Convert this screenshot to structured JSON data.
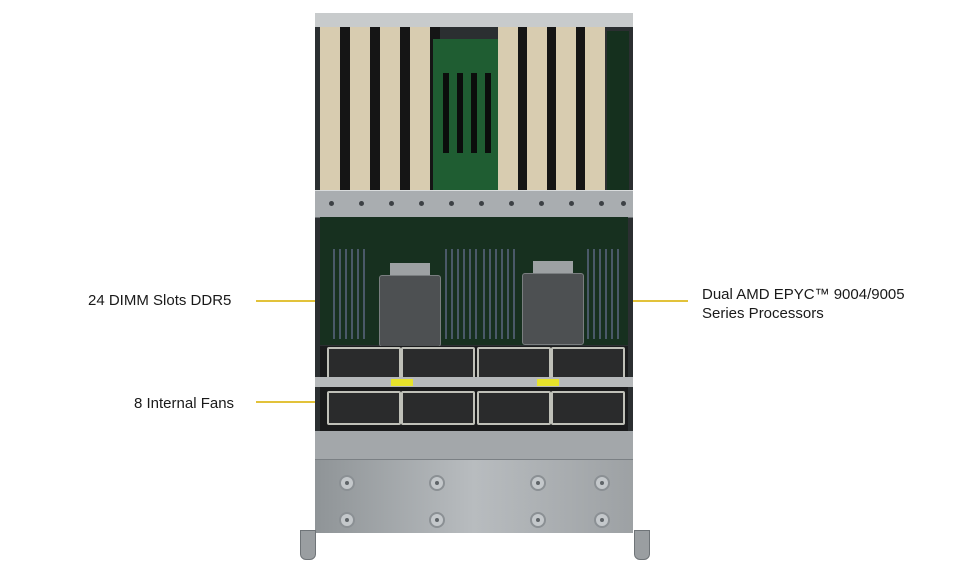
{
  "callouts": {
    "dimm": {
      "label": "24 DIMM Slots DDR5",
      "line_color": "#e2c23a"
    },
    "fans": {
      "label": "8 Internal Fans",
      "line_color": "#e2c23a"
    },
    "cpu": {
      "line1": "Dual AMD EPYC™ 9004/9005",
      "line2": "Series Processors",
      "line_color": "#e2c23a"
    }
  },
  "hardware": {
    "pcie_slot_count": 8,
    "riser_slot_count": 4,
    "cpu_count": 2,
    "fan_count": 8,
    "front_screw_count": 8
  }
}
